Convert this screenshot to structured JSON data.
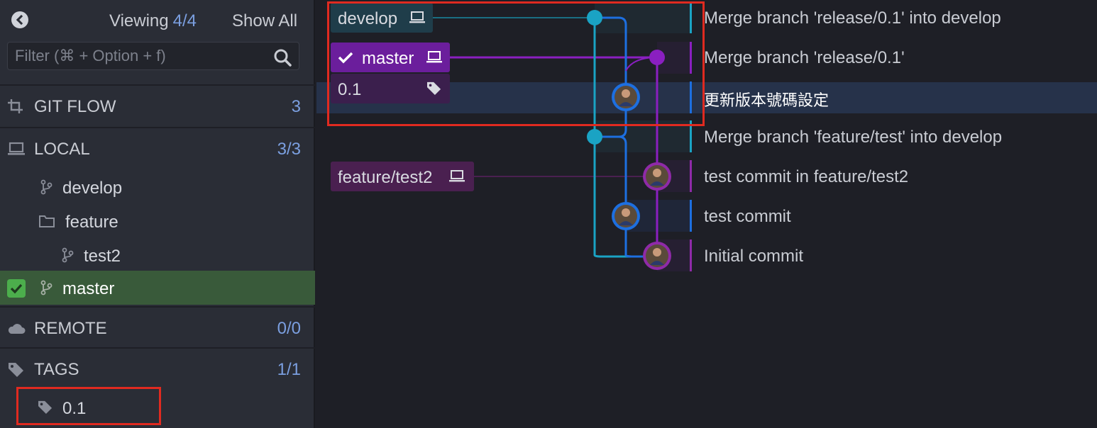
{
  "sidebar": {
    "viewing_label": "Viewing",
    "viewing_count": "4/4",
    "show_all": "Show All",
    "filter_placeholder": "Filter (⌘ + Option + f)",
    "sections": {
      "gitflow": {
        "label": "GIT FLOW",
        "count": "3"
      },
      "local": {
        "label": "LOCAL",
        "count": "3/3"
      },
      "remote": {
        "label": "REMOTE",
        "count": "0/0"
      },
      "tags": {
        "label": "TAGS",
        "count": "1/1"
      }
    },
    "local_items": {
      "develop": "develop",
      "feature": "feature",
      "test2": "test2",
      "master": "master"
    },
    "tag_items": [
      "0.1"
    ]
  },
  "graph": {
    "refs": {
      "develop": "develop",
      "master": "master",
      "tag": "0.1",
      "feature": "feature/test2"
    },
    "commits": [
      "Merge branch 'release/0.1' into develop",
      "Merge branch 'release/0.1'",
      "更新版本號碼設定",
      "Merge branch 'feature/test' into develop",
      "test commit in feature/test2",
      "test commit",
      "Initial commit"
    ]
  },
  "colors": {
    "develop": "#1aa3c4",
    "master": "#8a1fc0",
    "feature": "#1d6fe0",
    "feature_test2": "#8f2aa8",
    "accent_count": "#7b9fe0",
    "active_branch_bg": "#395a3a",
    "highlight_box": "#e02a20"
  }
}
